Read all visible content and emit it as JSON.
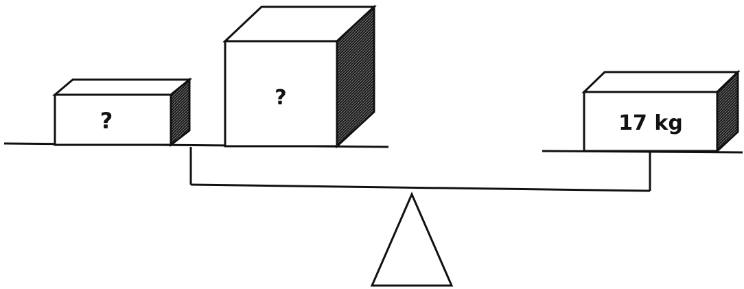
{
  "boxes": [
    {
      "id": "small-left",
      "label": "?"
    },
    {
      "id": "large-middle",
      "label": "?"
    },
    {
      "id": "right",
      "label": "17 kg"
    }
  ],
  "colors": {
    "ink": "#111111",
    "shade": "#2a2a2a",
    "background": "#ffffff"
  }
}
